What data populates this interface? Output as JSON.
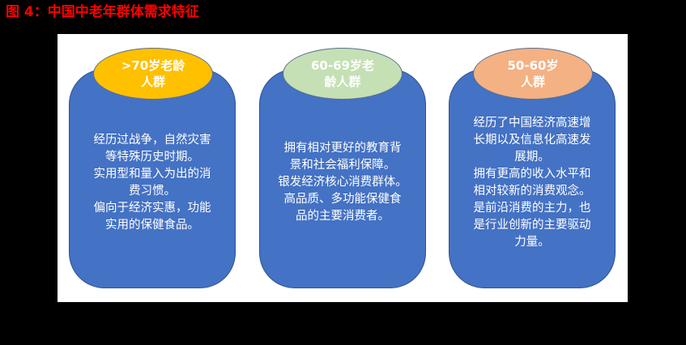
{
  "figure": {
    "title": "图 4：中国中老年群体需求特征"
  },
  "colors": {
    "title_red": "#ff0000",
    "card_blue": "#4472c4",
    "ellipse_gold": "#ffc000",
    "ellipse_green": "#c5e0b4",
    "ellipse_peach": "#f4b183",
    "background": "#000000",
    "panel": "#ffffff"
  },
  "groups": [
    {
      "header_lines": [
        ">70岁老龄",
        "人群"
      ],
      "body_lines": [
        "经历过战争，自然灾害",
        "等特殊历史时期。",
        "实用型和量入为出的消",
        "费习惯。",
        "偏向于经济实惠，功能",
        "实用的保健食品。"
      ]
    },
    {
      "header_lines": [
        "60-69岁老",
        "龄人群"
      ],
      "body_lines": [
        "拥有相对更好的教育背",
        "景和社会福利保障。",
        "银发经济核心消费群体。",
        "高品质、多功能保健食",
        "品的主要消费者。"
      ]
    },
    {
      "header_lines": [
        "50-60岁",
        "人群"
      ],
      "body_lines": [
        "经历了中国经济高速增",
        "长期以及信息化高速发",
        "展期。",
        "拥有更高的收入水平和",
        "相对较新的消费观念。",
        "是前沿消费的主力，也",
        "是行业创新的主要驱动",
        "力量。"
      ]
    }
  ]
}
